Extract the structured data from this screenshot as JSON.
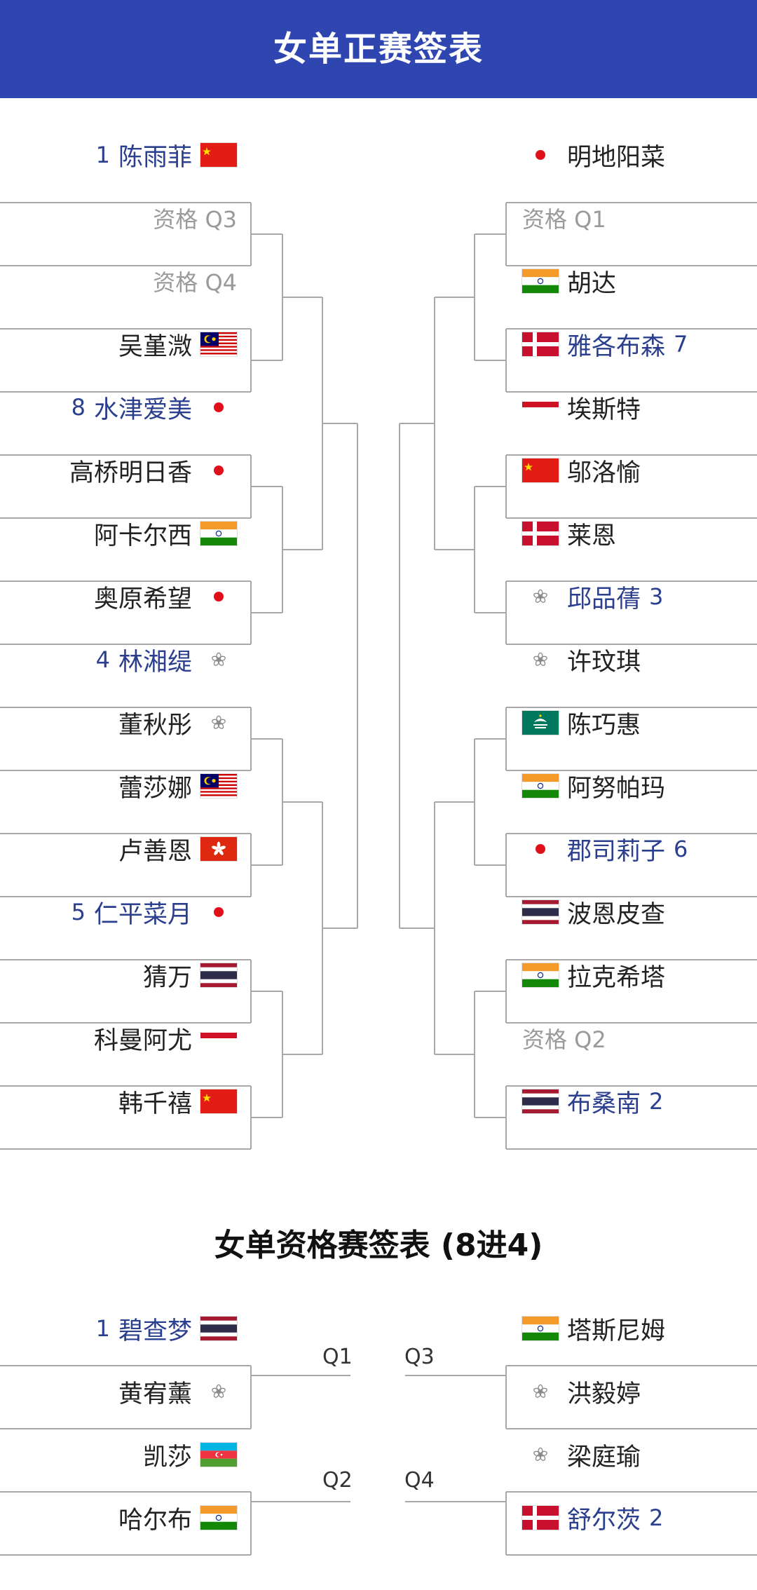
{
  "main_draw": {
    "title": "女单正赛签表",
    "left": [
      {
        "name": "陈雨菲",
        "seed": "1",
        "flag": "china",
        "kind": "name"
      },
      {
        "name": "资格 Q3",
        "seed": "",
        "flag": "",
        "kind": "qualifier"
      },
      {
        "name": "资格 Q4",
        "seed": "",
        "flag": "",
        "kind": "qualifier"
      },
      {
        "name": "吴堇溦",
        "seed": "",
        "flag": "malaysia",
        "kind": "name"
      },
      {
        "name": "水津爱美",
        "seed": "8",
        "flag": "japan",
        "kind": "name"
      },
      {
        "name": "高桥明日香",
        "seed": "",
        "flag": "japan",
        "kind": "name"
      },
      {
        "name": "阿卡尔西",
        "seed": "",
        "flag": "india",
        "kind": "name"
      },
      {
        "name": "奥原希望",
        "seed": "",
        "flag": "japan",
        "kind": "name"
      },
      {
        "name": "林湘缇",
        "seed": "4",
        "flag": "chinese-taipei",
        "kind": "name"
      },
      {
        "name": "董秋彤",
        "seed": "",
        "flag": "chinese-taipei",
        "kind": "name"
      },
      {
        "name": "蕾莎娜",
        "seed": "",
        "flag": "malaysia",
        "kind": "name"
      },
      {
        "name": "卢善恩",
        "seed": "",
        "flag": "hong-kong",
        "kind": "name"
      },
      {
        "name": "仁平菜月",
        "seed": "5",
        "flag": "japan",
        "kind": "name"
      },
      {
        "name": "猜万",
        "seed": "",
        "flag": "thailand",
        "kind": "name"
      },
      {
        "name": "科曼阿尤",
        "seed": "",
        "flag": "indonesia",
        "kind": "name"
      },
      {
        "name": "韩千禧",
        "seed": "",
        "flag": "china",
        "kind": "name"
      }
    ],
    "right": [
      {
        "name": "明地阳菜",
        "seed": "",
        "flag": "japan",
        "kind": "name"
      },
      {
        "name": "资格 Q1",
        "seed": "",
        "flag": "",
        "kind": "qualifier"
      },
      {
        "name": "胡达",
        "seed": "",
        "flag": "india",
        "kind": "name"
      },
      {
        "name": "雅各布森",
        "seed": "7",
        "flag": "denmark",
        "kind": "name"
      },
      {
        "name": "埃斯特",
        "seed": "",
        "flag": "indonesia",
        "kind": "name"
      },
      {
        "name": "邬洛愉",
        "seed": "",
        "flag": "china",
        "kind": "name"
      },
      {
        "name": "莱恩",
        "seed": "",
        "flag": "denmark",
        "kind": "name"
      },
      {
        "name": "邱品蒨",
        "seed": "3",
        "flag": "chinese-taipei",
        "kind": "name"
      },
      {
        "name": "许玟琪",
        "seed": "",
        "flag": "chinese-taipei",
        "kind": "name"
      },
      {
        "name": "陈巧惠",
        "seed": "",
        "flag": "macau",
        "kind": "name"
      },
      {
        "name": "阿努帕玛",
        "seed": "",
        "flag": "india",
        "kind": "name"
      },
      {
        "name": "郡司莉子",
        "seed": "6",
        "flag": "japan",
        "kind": "name"
      },
      {
        "name": "波恩皮查",
        "seed": "",
        "flag": "thailand",
        "kind": "name"
      },
      {
        "name": "拉克希塔",
        "seed": "",
        "flag": "india",
        "kind": "name"
      },
      {
        "name": "资格 Q2",
        "seed": "",
        "flag": "",
        "kind": "qualifier"
      },
      {
        "name": "布桑南",
        "seed": "2",
        "flag": "thailand",
        "kind": "name"
      }
    ]
  },
  "qualifying_draw": {
    "title": "女单资格赛签表 (8进4)",
    "left": [
      {
        "name": "碧查梦",
        "seed": "1",
        "flag": "thailand",
        "kind": "name"
      },
      {
        "name": "黄宥薰",
        "seed": "",
        "flag": "chinese-taipei",
        "kind": "name"
      },
      {
        "name": "凯莎",
        "seed": "",
        "flag": "azerbaijan",
        "kind": "name"
      },
      {
        "name": "哈尔布",
        "seed": "",
        "flag": "india",
        "kind": "name"
      }
    ],
    "right": [
      {
        "name": "塔斯尼姆",
        "seed": "",
        "flag": "india",
        "kind": "name"
      },
      {
        "name": "洪毅婷",
        "seed": "",
        "flag": "chinese-taipei",
        "kind": "name"
      },
      {
        "name": "梁庭瑜",
        "seed": "",
        "flag": "chinese-taipei",
        "kind": "name"
      },
      {
        "name": "舒尔茨",
        "seed": "2",
        "flag": "denmark",
        "kind": "name"
      }
    ],
    "match_labels": [
      "Q1",
      "Q2",
      "Q3",
      "Q4"
    ]
  },
  "colors": {
    "header": "#2f45b0",
    "seed_text": "#2b3f8f",
    "line": "#a8a8a8",
    "qualifier_text": "#9a9a9a"
  }
}
